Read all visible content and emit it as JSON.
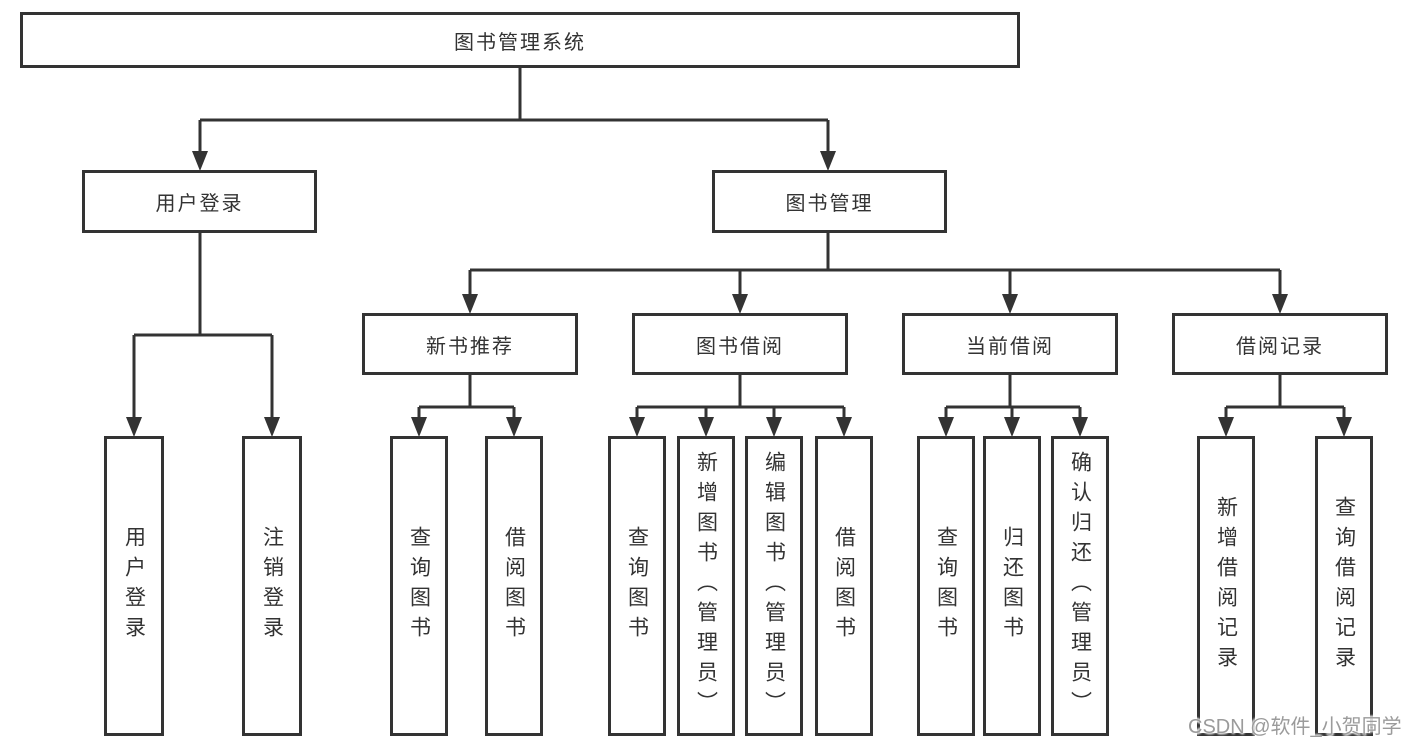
{
  "tree": {
    "root": "图书管理系统",
    "branches": [
      {
        "label": "用户登录",
        "children": [
          "用户登录",
          "注销登录"
        ]
      },
      {
        "label": "图书管理",
        "groups": [
          {
            "label": "新书推荐",
            "children": [
              "查询图书",
              "借阅图书"
            ]
          },
          {
            "label": "图书借阅",
            "children": [
              "查询图书",
              "新增图书（管理员）",
              "编辑图书（管理员）",
              "借阅图书"
            ]
          },
          {
            "label": "当前借阅",
            "children": [
              "查询图书",
              "归还图书",
              "确认归还（管理员）"
            ]
          },
          {
            "label": "借阅记录",
            "children": [
              "新增借阅记录",
              "查询借阅记录"
            ]
          }
        ]
      }
    ]
  },
  "watermark": "CSDN @软件_小贺同学",
  "colors": {
    "line": "#333333",
    "border": "#333333",
    "text": "#333333",
    "watermark": "#9b9b9b",
    "background": "#ffffff"
  }
}
